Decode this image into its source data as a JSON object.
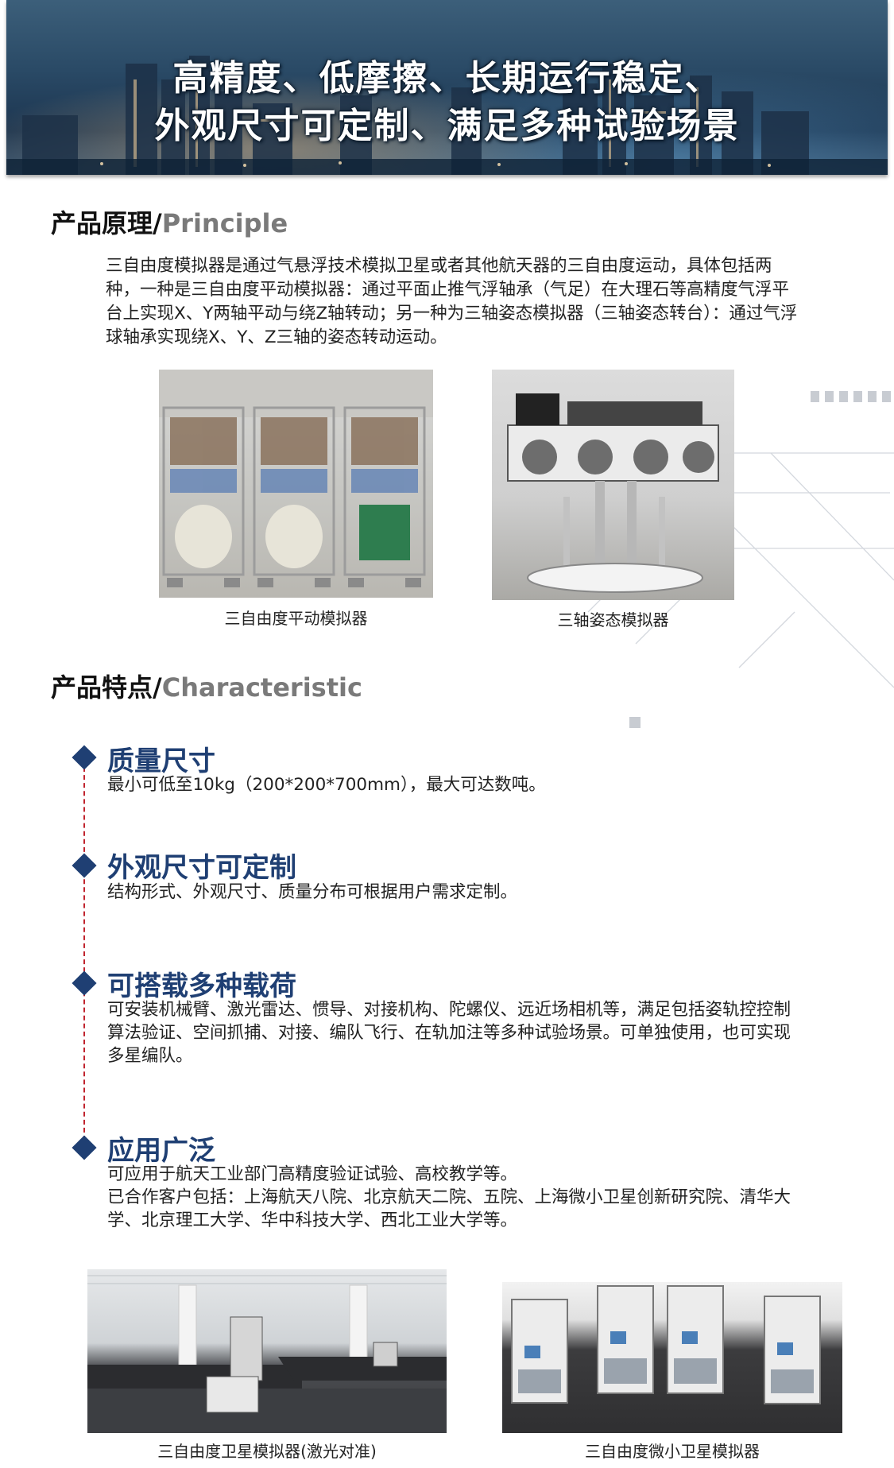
{
  "banner": {
    "line1": "高精度、低摩擦、长期运行稳定、",
    "line2": "外观尺寸可定制、满足多种试验场景"
  },
  "principle": {
    "title_cn": "产品原理/",
    "title_en": "Principle",
    "text": "三自由度模拟器是通过气悬浮技术模拟卫星或者其他航天器的三自由度运动，具体包括两种，一种是三自由度平动模拟器：通过平面止推气浮轴承（气足）在大理石等高精度气浮平台上实现X、Y两轴平动与绕Z轴转动；另一种为三轴姿态模拟器（三轴姿态转台）：通过气浮球轴承实现绕X、Y、Z三轴的姿态转动运动。",
    "images": [
      {
        "caption": "三自由度平动模拟器"
      },
      {
        "caption": "三轴姿态模拟器"
      }
    ]
  },
  "characteristic": {
    "title_cn": "产品特点/",
    "title_en": "Characteristic",
    "items": [
      {
        "title": "质量尺寸",
        "text": "最小可低至10kg（200*200*700mm），最大可达数吨。"
      },
      {
        "title": "外观尺寸可定制",
        "text": "结构形式、外观尺寸、质量分布可根据用户需求定制。"
      },
      {
        "title": "可搭载多种载荷",
        "text": "可安装机械臂、激光雷达、惯导、对接机构、陀螺仪、远近场相机等，满足包括姿轨控控制算法验证、空间抓捕、对接、编队飞行、在轨加注等多种试验场景。可单独使用，也可实现多星编队。"
      },
      {
        "title": "应用广泛",
        "text": "可应用于航天工业部门高精度验证试验、高校教学等。",
        "text2": "已合作客户包括：上海航天八院、北京航天二院、五院、上海微小卫星创新研究院、清华大学、北京理工大学、华中科技大学、西北工业大学等。"
      }
    ]
  },
  "bottom_images": [
    {
      "caption": "三自由度卫星模拟器(激光对准)"
    },
    {
      "caption": "三自由度微小卫星模拟器"
    }
  ],
  "colors": {
    "accent_blue": "#1f3f73",
    "timeline_red": "#c0242e",
    "subtitle_gray": "#7a7a7a"
  }
}
